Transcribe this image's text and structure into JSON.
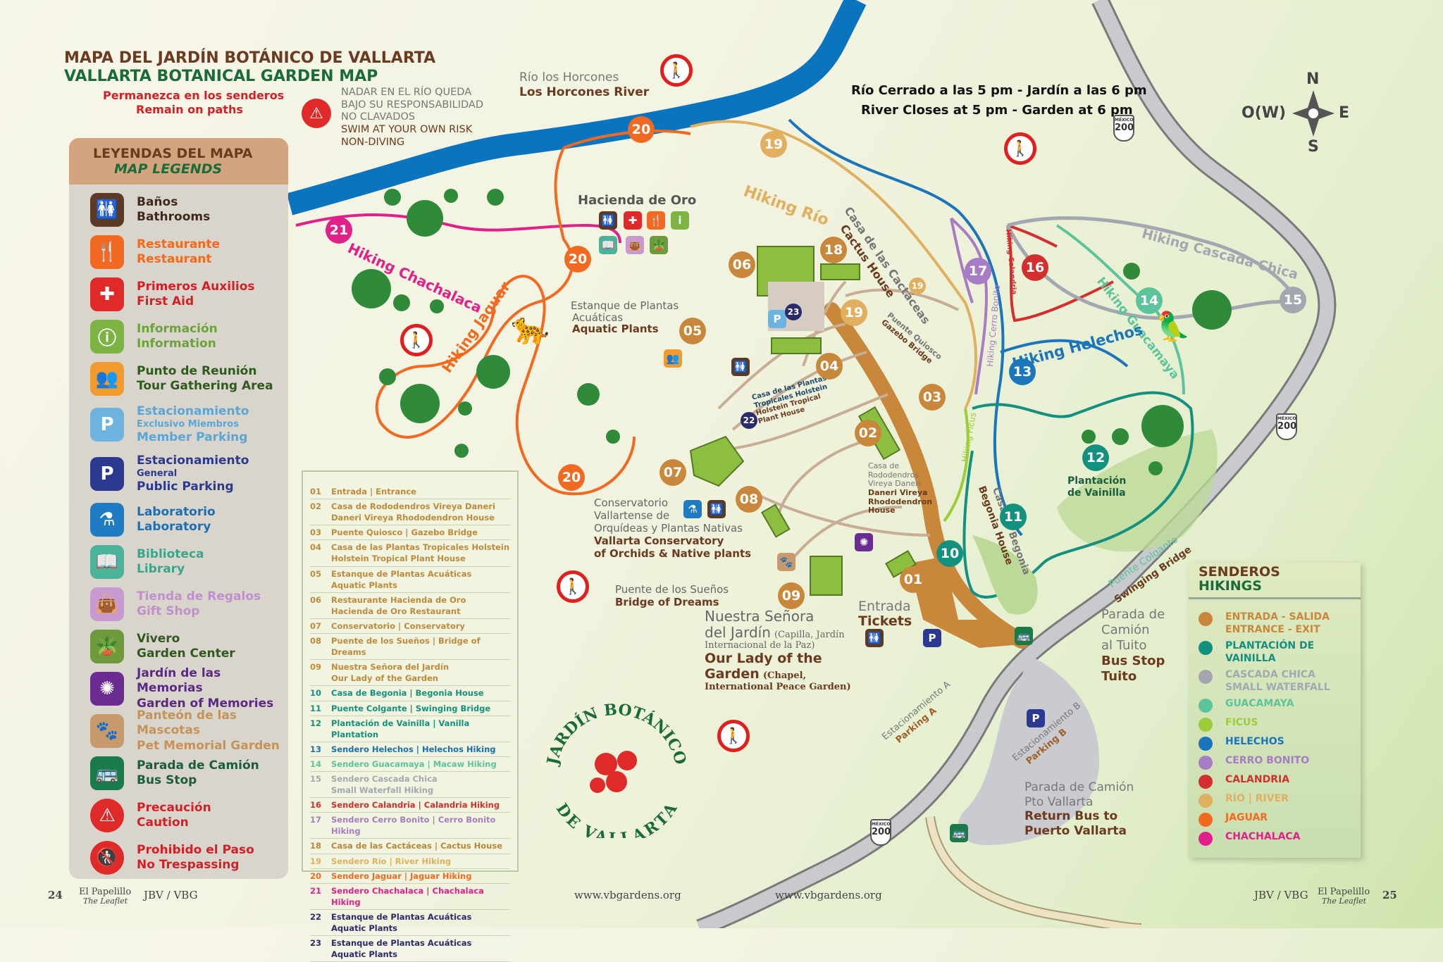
{
  "title": {
    "es": "MAPA DEL JARDÍN BOTÁNICO DE VALLARTA",
    "en": "VALLARTA BOTANICAL GARDEN  MAP",
    "remain_es": "Permanezca en los senderos",
    "remain_en": "Remain on paths"
  },
  "warning": {
    "l1": "NADAR EN EL RÍO QUEDA",
    "l2": "BAJO SU RESPONSABILIDAD",
    "l3": "NO CLAVADOS",
    "l4": "SWIM AT YOUR OWN RISK",
    "l5": "NON-DIVING"
  },
  "hours": {
    "es": "Río Cerrado a las 5 pm - Jardín a las 6 pm",
    "en": "River Closes at 5 pm - Garden at 6 pm"
  },
  "compass": {
    "n": "N",
    "s": "S",
    "e": "E",
    "w": "O(W)"
  },
  "legend": {
    "title_es": "LEYENDAS DEL MAPA",
    "title_en": "MAP LEGENDS",
    "items": [
      {
        "es": "Baños",
        "en": "Bathrooms",
        "icon": "restroom-icon",
        "color": "#5b3a26",
        "text": "#3d2a1a",
        "glyph": "🚻"
      },
      {
        "es": "Restaurante",
        "en": "Restaurant",
        "icon": "restaurant-icon",
        "color": "#f26a21",
        "text": "#f26a21",
        "glyph": "🍴"
      },
      {
        "es": "Primeros Auxilios",
        "en": "First Aid",
        "icon": "first-aid-icon",
        "color": "#e02a2a",
        "text": "#d32027",
        "glyph": "✚"
      },
      {
        "es": "Información",
        "en": "Information",
        "icon": "information-icon",
        "color": "#7cb342",
        "text": "#6aa338",
        "glyph": "ⓘ"
      },
      {
        "es": "Punto de Reunión",
        "en": "Tour Gathering Area",
        "icon": "gathering-icon",
        "color": "#f29a2e",
        "text": "#2f5a1e",
        "glyph": "👥"
      },
      {
        "es": "Estacionamiento",
        "en2": "Exclusivo Miembros",
        "en": "Member Parking",
        "icon": "member-parking-icon",
        "color": "#6db3e0",
        "text": "#5aa7d6",
        "glyph": "P"
      },
      {
        "es": "Estacionamiento",
        "en2": "General",
        "en": "Public Parking",
        "icon": "public-parking-icon",
        "color": "#2b3990",
        "text": "#2b3990",
        "glyph": "P"
      },
      {
        "es": "Laboratorio",
        "en": "Laboratory",
        "icon": "laboratory-icon",
        "color": "#1f7cc2",
        "text": "#1f6fb0",
        "glyph": "⚗"
      },
      {
        "es": "Biblioteca",
        "en": "Library",
        "icon": "library-icon",
        "color": "#4bb39a",
        "text": "#3aa58a",
        "glyph": "📖"
      },
      {
        "es": "Tienda de Regalos",
        "en": "Gift Shop",
        "icon": "gift-shop-icon",
        "color": "#c89ad1",
        "text": "#c08fcc",
        "glyph": "👜"
      },
      {
        "es": "Vivero",
        "en": "Garden Center",
        "icon": "plant-pot-icon",
        "color": "#6d9a3a",
        "text": "#2f5a1e",
        "glyph": "🪴"
      },
      {
        "es": "Jardín de las Memorias",
        "en": "Garden of Memories",
        "icon": "flower-memorial-icon",
        "color": "#6b2c91",
        "text": "#5a2a82",
        "glyph": "✺"
      },
      {
        "es": "Panteón de las Mascotas",
        "en": "Pet Memorial Garden",
        "icon": "paw-icon",
        "color": "#c79a6c",
        "text": "#c4935a",
        "glyph": "🐾"
      },
      {
        "es": "Parada de Camión",
        "en": "Bus Stop",
        "icon": "bus-stop-icon",
        "color": "#1b7a4a",
        "text": "#1b5e3a",
        "glyph": "🚌"
      },
      {
        "es": "Precaución",
        "en": "Caution",
        "icon": "caution-icon",
        "color": "#e02a2a",
        "text": "#d32027",
        "glyph": "⚠"
      },
      {
        "es": "Prohibido el Paso",
        "en": "No Trespassing",
        "icon": "no-trespassing-icon",
        "color": "#e02a2a",
        "text": "#d32027",
        "glyph": "🚷"
      }
    ]
  },
  "places": [
    {
      "n": "01",
      "l1": "Entrada | Entrance",
      "color": "#c08a3e"
    },
    {
      "n": "02",
      "l1": "Casa de Rododendros Vireya Daneri",
      "l2": "Daneri Vireya Rhododendron House",
      "color": "#c08a3e"
    },
    {
      "n": "03",
      "l1": "Puente Quiosco | Gazebo Bridge",
      "color": "#c08a3e"
    },
    {
      "n": "04",
      "l1": "Casa de las Plantas Tropicales Holstein",
      "l2": "Holstein Tropical Plant House",
      "color": "#c08a3e"
    },
    {
      "n": "05",
      "l1": "Estanque de Plantas Acuáticas",
      "l2": "Aquatic Plants",
      "color": "#c08a3e"
    },
    {
      "n": "06",
      "l1": "Restaurante Hacienda de Oro",
      "l2": "Hacienda de Oro Restaurant",
      "color": "#c08a3e"
    },
    {
      "n": "07",
      "l1": "Conservatorio | Conservatory",
      "color": "#c08a3e"
    },
    {
      "n": "08",
      "l1": "Puente de los Sueños | Bridge of Dreams",
      "color": "#c08a3e"
    },
    {
      "n": "09",
      "l1": "Nuestra Señora del Jardín",
      "l2": "Our Lady of the Garden",
      "color": "#c08a3e"
    },
    {
      "n": "10",
      "l1": "Casa de Begonia | Begonia House",
      "color": "#14907e"
    },
    {
      "n": "11",
      "l1": "Puente Colgante | Swinging Bridge",
      "color": "#14907e"
    },
    {
      "n": "12",
      "l1": "Plantación de Vainilla  | Vanilla Plantation",
      "color": "#14907e"
    },
    {
      "n": "13",
      "l1": "Sendero Helechos | Helechos Hiking",
      "color": "#1b6fb0"
    },
    {
      "n": "14",
      "l1": "Sendero Guacamaya | Macaw Hiking",
      "color": "#5cc49a"
    },
    {
      "n": "15",
      "l1": "Sendero Cascada Chica",
      "l2": "Small Waterfall Hiking",
      "color": "#a3a8b0"
    },
    {
      "n": "16",
      "l1": "Sendero Calandria | Calandria Hiking",
      "color": "#d32f2f"
    },
    {
      "n": "17",
      "l1": "Sendero Cerro Bonito | Cerro Bonito Hiking",
      "color": "#a67cc4"
    },
    {
      "n": "18",
      "l1": "Casa de las Cactáceas | Cactus House",
      "color": "#b8873a"
    },
    {
      "n": "19",
      "l1": "Sendero Río | River Hiking",
      "color": "#e0b060"
    },
    {
      "n": "20",
      "l1": "Sendero Jaguar | Jaguar Hiking",
      "color": "#f26a21"
    },
    {
      "n": "21",
      "l1": "Sendero Chachalaca | Chachalaca Hiking",
      "color": "#e0218a"
    },
    {
      "n": "22",
      "l1": "Estanque de Plantas Acuáticas",
      "l2": "Aquatic Plants",
      "color": "#2b2a6b"
    },
    {
      "n": "23",
      "l1": "Estanque de Plantas Acuáticas",
      "l2": "Aquatic Plants",
      "color": "#2b2a6b"
    }
  ],
  "senderos": {
    "title_es": "SENDEROS",
    "title_en": "HIKINGS",
    "items": [
      {
        "l1": "ENTRADA - SALIDA",
        "l2": "ENTRANCE - EXIT",
        "color": "#c8873a"
      },
      {
        "l1": "PLANTACIÓN DE VAINILLA",
        "color": "#14907e"
      },
      {
        "l1": "CASCADA CHICA",
        "l2": "SMALL WATERFALL",
        "color": "#a3a8b0"
      },
      {
        "l1": "GUACAMAYA",
        "color": "#5cc49a"
      },
      {
        "l1": "FICUS",
        "color": "#9ccc3a"
      },
      {
        "l1": "HELECHOS",
        "color": "#1b75bb"
      },
      {
        "l1": "CERRO BONITO",
        "color": "#a67cc4"
      },
      {
        "l1": "CALANDRIA",
        "color": "#d32f2f"
      },
      {
        "l1": "RÍO | RIVER",
        "color": "#e0b060"
      },
      {
        "l1": "JAGUAR",
        "color": "#f26a21"
      },
      {
        "l1": "CHACHALACA",
        "color": "#e0218a"
      }
    ]
  },
  "labels": {
    "river_es": "Río los Horcones",
    "river_en": "Los Horcones River",
    "hacienda": "Hacienda de Oro",
    "hiking_rio": "Hiking Río",
    "cactus_es": "Casa de las Cactáceas",
    "cactus_en": "Cactus House",
    "chachalaca": "Hiking Chachalaca",
    "jaguar": "Hiking Jaguar",
    "aquatic_es1": "Estanque de Plantas",
    "aquatic_es2": "Acuáticas",
    "aquatic_en": "Aquatic Plants",
    "holstein1": "Casa de las Plantas",
    "holstein2": "Tropicales Holstein",
    "holstein3": "Holstein Tropical",
    "holstein4": "Plant House",
    "gazebo1": "Puente Quiosco",
    "gazebo2": "Gazebo Bridge",
    "rhodo1": "Casa de",
    "rhodo2": "Rododendros",
    "rhodo3": "Vireya Daneri",
    "rhodo4": "Daneri Vireya",
    "rhodo5": "Rhododendron",
    "rhodo6": "House",
    "cons1": "Conservatorio",
    "cons2": "Vallartense de",
    "cons3": "Orquídeas y Plantas Nativas",
    "cons4": "Vallarta Conservatory",
    "cons5": "of Orchids & Native plants",
    "dreams_es": "Puente de los Sueños",
    "dreams_en": "Bridge of Dreams",
    "lady1": "Nuestra Señora",
    "lady2": "del Jardín",
    "lady2b": "(Capilla, Jardín",
    "lady3": "Internacional de la Paz)",
    "lady4": "Our Lady of the",
    "lady5": "Garden",
    "lady5b": "(Chapel,",
    "lady6": "International Peace Garden)",
    "entrada": "Entrada",
    "tickets": "Tickets",
    "parkA_es": "Estacionamiento A",
    "parkA_en": "Parking A",
    "parkB_es": "Estacionamiento B",
    "parkB_en": "Parking B",
    "bus_pv1": "Parada de Camión",
    "bus_pv2": "Pto Vallarta",
    "bus_pv3": "Return Bus to",
    "bus_pv4": "Puerto Vallarta",
    "bus_t1": "Parada de",
    "bus_t2": "Camión",
    "bus_t3": "al Tuito",
    "bus_t4": "Bus Stop",
    "bus_t5": "Tuito",
    "begonia_es": "Casa de Begonia",
    "begonia_en": "Begonia House",
    "ficus": "Hiking Ficus",
    "cerro": "Hiking Cerro Bonito",
    "calandria": "Hiking Calandria",
    "cascada": "Hiking Cascada Chica",
    "guacamaya": "Hiking Guacamaya",
    "helechos": "Hiking Helechos",
    "vainilla1": "Plantación",
    "vainilla2": "de Vainilla",
    "swing_es": "Puente Colgante",
    "swing_en": "Swinging Bridge",
    "shield_top": "MÉXICO",
    "shield_num": "200"
  },
  "logo": {
    "top": "JARDÍN BOTÁNICO",
    "bottom": "DE VALLARTA"
  },
  "markers": [
    "20",
    "20",
    "20",
    "21",
    "19",
    "19",
    "19",
    "18",
    "17",
    "16",
    "15",
    "14",
    "13",
    "12",
    "11",
    "10",
    "09",
    "08",
    "07",
    "06",
    "05",
    "04",
    "03",
    "02",
    "01",
    "22",
    "23"
  ],
  "footer": {
    "page_left": "24",
    "page_right": "25",
    "pub": "El Papelillo",
    "pub_en": "The Leaflet",
    "org": "JBV / VBG",
    "url": "www.vbgardens.org"
  }
}
